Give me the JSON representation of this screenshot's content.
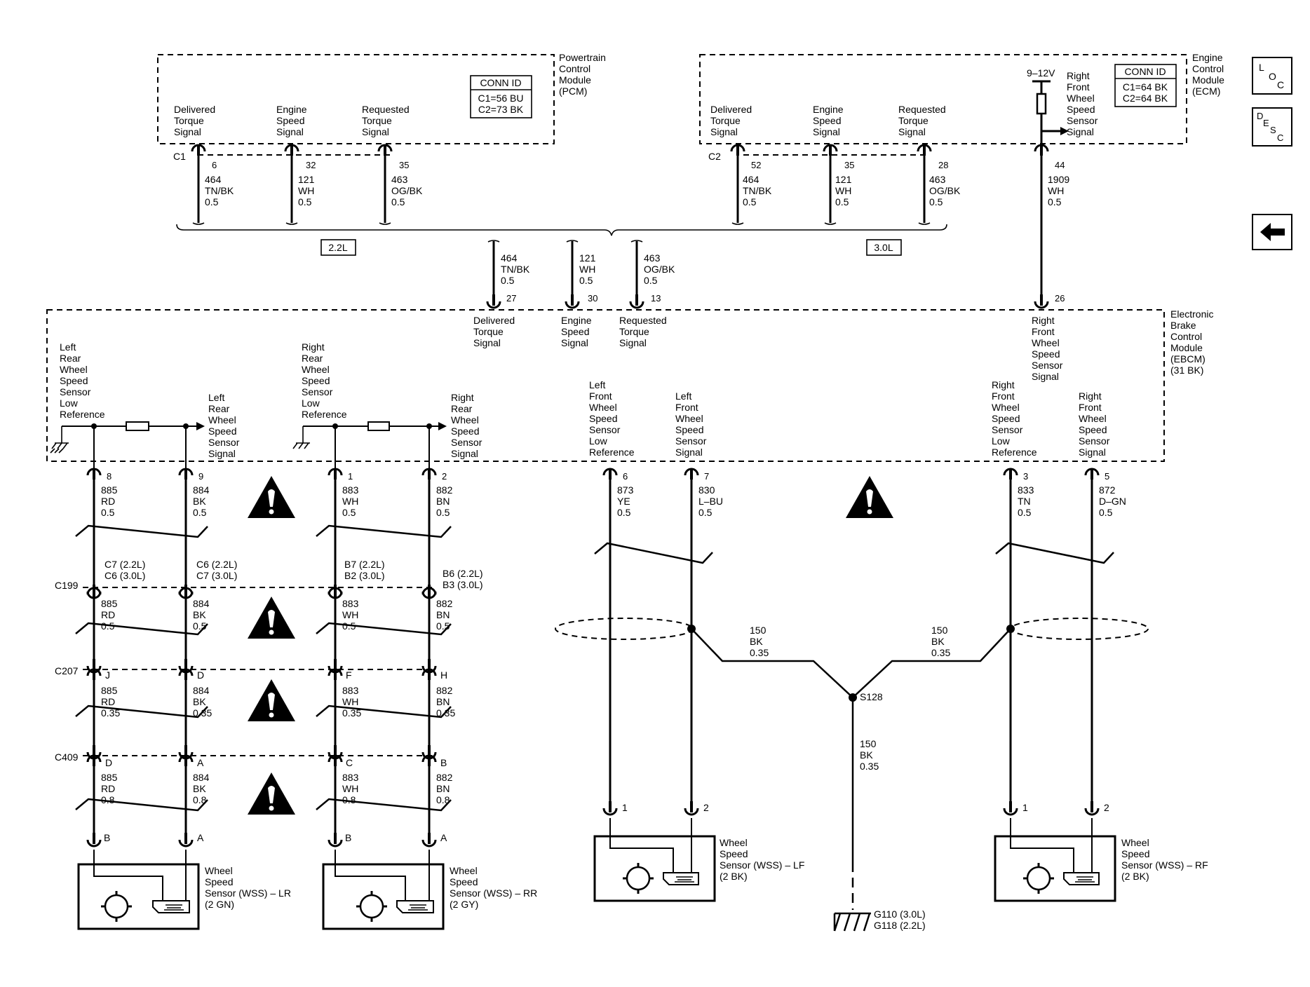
{
  "modules": {
    "pcm": {
      "name": [
        "Powertrain",
        "Control",
        "Module",
        "(PCM)"
      ],
      "conn_id_title": "CONN ID",
      "conn_ids": [
        "C1=56 BU",
        "C2=73 BK"
      ],
      "signals": [
        [
          "Delivered",
          "Torque",
          "Signal"
        ],
        [
          "Engine",
          "Speed",
          "Signal"
        ],
        [
          "Requested",
          "Torque",
          "Signal"
        ]
      ],
      "connector": "C1",
      "pins": [
        "6",
        "32",
        "35"
      ]
    },
    "ecm": {
      "name": [
        "Engine",
        "Control",
        "Module",
        "(ECM)"
      ],
      "conn_id_title": "CONN ID",
      "conn_ids": [
        "C1=64 BK",
        "C2=64 BK"
      ],
      "signals": [
        [
          "Delivered",
          "Torque",
          "Signal"
        ],
        [
          "Engine",
          "Speed",
          "Signal"
        ],
        [
          "Requested",
          "Torque",
          "Signal"
        ]
      ],
      "connector": "C2",
      "pins": [
        "52",
        "35",
        "28"
      ],
      "voltage": "9–12V",
      "rf_signal": [
        "Right",
        "Front",
        "Wheel",
        "Speed",
        "Sensor",
        "Signal"
      ],
      "rf_pin": "44"
    },
    "ebcm": {
      "name": [
        "Electronic",
        "Brake",
        "Control",
        "Module",
        "(EBCM)",
        "(31 BK)"
      ]
    }
  },
  "wires_top": [
    {
      "circuit": "464",
      "color": "TN/BK",
      "gauge": "0.5"
    },
    {
      "circuit": "121",
      "color": "WH",
      "gauge": "0.5"
    },
    {
      "circuit": "463",
      "color": "OG/BK",
      "gauge": "0.5"
    },
    {
      "circuit": "1909",
      "color": "WH",
      "gauge": "0.5"
    }
  ],
  "engine_options": {
    "left": "2.2L",
    "right": "3.0L"
  },
  "ebcm_inputs": [
    {
      "pin": "27",
      "label": [
        "Delivered",
        "Torque",
        "Signal"
      ]
    },
    {
      "pin": "30",
      "label": [
        "Engine",
        "Speed",
        "Signal"
      ]
    },
    {
      "pin": "13",
      "label": [
        "Requested",
        "Torque",
        "Signal"
      ]
    },
    {
      "pin": "26",
      "label": [
        "Right",
        "Front",
        "Wheel",
        "Speed",
        "Sensor",
        "Signal"
      ]
    }
  ],
  "ebcm_rear_labels": {
    "lr_low": [
      "Left",
      "Rear",
      "Wheel",
      "Speed",
      "Sensor",
      "Low",
      "Reference"
    ],
    "lr_sig": [
      "Left",
      "Rear",
      "Wheel",
      "Speed",
      "Sensor",
      "Signal"
    ],
    "rr_low": [
      "Right",
      "Rear",
      "Wheel",
      "Speed",
      "Sensor",
      "Low",
      "Reference"
    ],
    "rr_sig": [
      "Right",
      "Rear",
      "Wheel",
      "Speed",
      "Sensor",
      "Signal"
    ],
    "lf_low": [
      "Left",
      "Front",
      "Wheel",
      "Speed",
      "Sensor",
      "Low",
      "Reference"
    ],
    "lf_sig": [
      "Left",
      "Front",
      "Wheel",
      "Speed",
      "Sensor",
      "Signal"
    ],
    "rf_low": [
      "Right",
      "Front",
      "Wheel",
      "Speed",
      "Sensor",
      "Low",
      "Reference"
    ],
    "rf_sig": [
      "Right",
      "Front",
      "Wheel",
      "Speed",
      "Sensor",
      "Signal"
    ]
  },
  "ebcm_pins": [
    "8",
    "9",
    "1",
    "2",
    "6",
    "7",
    "3",
    "5"
  ],
  "rear_wires": [
    {
      "seg1": [
        "885",
        "RD",
        "0.5"
      ],
      "seg2": [
        "885",
        "RD",
        "0.5"
      ],
      "seg3": [
        "885",
        "RD",
        "0.35"
      ],
      "seg4": [
        "885",
        "RD",
        "0.8"
      ]
    },
    {
      "seg1": [
        "884",
        "BK",
        "0.5"
      ],
      "seg2": [
        "884",
        "BK",
        "0.5"
      ],
      "seg3": [
        "884",
        "BK",
        "0.35"
      ],
      "seg4": [
        "884",
        "BK",
        "0.8"
      ]
    },
    {
      "seg1": [
        "883",
        "WH",
        "0.5"
      ],
      "seg2": [
        "883",
        "WH",
        "0.5"
      ],
      "seg3": [
        "883",
        "WH",
        "0.35"
      ],
      "seg4": [
        "883",
        "WH",
        "0.8"
      ]
    },
    {
      "seg1": [
        "882",
        "BN",
        "0.5"
      ],
      "seg2": [
        "882",
        "BN",
        "0.5"
      ],
      "seg3": [
        "882",
        "BN",
        "0.35"
      ],
      "seg4": [
        "882",
        "BN",
        "0.8"
      ]
    }
  ],
  "front_wires": [
    [
      "873",
      "YE",
      "0.5"
    ],
    [
      "830",
      "L–BU",
      "0.5"
    ],
    [
      "833",
      "TN",
      "0.5"
    ],
    [
      "872",
      "D–GN",
      "0.5"
    ]
  ],
  "c199": {
    "name": "C199",
    "pins": [
      [
        "C7 (2.2L)",
        "C6 (3.0L)"
      ],
      [
        "C6 (2.2L)",
        "C7 (3.0L)"
      ],
      [
        "B7 (2.2L)",
        "B2 (3.0L)"
      ],
      [
        "B6 (2.2L)",
        "B3 (3.0L)"
      ]
    ]
  },
  "c207": {
    "name": "C207",
    "pins": [
      "J",
      "D",
      "F",
      "H"
    ]
  },
  "c409": {
    "name": "C409",
    "pins": [
      "D",
      "A",
      "C",
      "B"
    ]
  },
  "sensor_pins_rear": [
    "B",
    "A",
    "B",
    "A"
  ],
  "sensor_pins_front": [
    "1",
    "2",
    "1",
    "2"
  ],
  "sensors": [
    {
      "name": [
        "Wheel",
        "Speed",
        "Sensor (WSS) – LR",
        "(2 GN)"
      ]
    },
    {
      "name": [
        "Wheel",
        "Speed",
        "Sensor (WSS) – RR",
        "(2 GY)"
      ]
    },
    {
      "name": [
        "Wheel",
        "Speed",
        "Sensor (WSS) – LF",
        "(2 BK)"
      ]
    },
    {
      "name": [
        "Wheel",
        "Speed",
        "Sensor (WSS) – RF",
        "(2 BK)"
      ]
    }
  ],
  "drain_wires": {
    "left": [
      "150",
      "BK",
      "0.35"
    ],
    "right": [
      "150",
      "BK",
      "0.35"
    ],
    "ground": [
      "150",
      "BK",
      "0.35"
    ]
  },
  "splice": "S128",
  "ground_labels": [
    "G110 (3.0L)",
    "G118 (2.2L)"
  ],
  "nav": {
    "loc": {
      "a": "L",
      "b": "O",
      "c": "C"
    },
    "desc": {
      "a": "D",
      "b": "E",
      "c": "S",
      "d": "C"
    },
    "back_glyph": "🡄"
  }
}
